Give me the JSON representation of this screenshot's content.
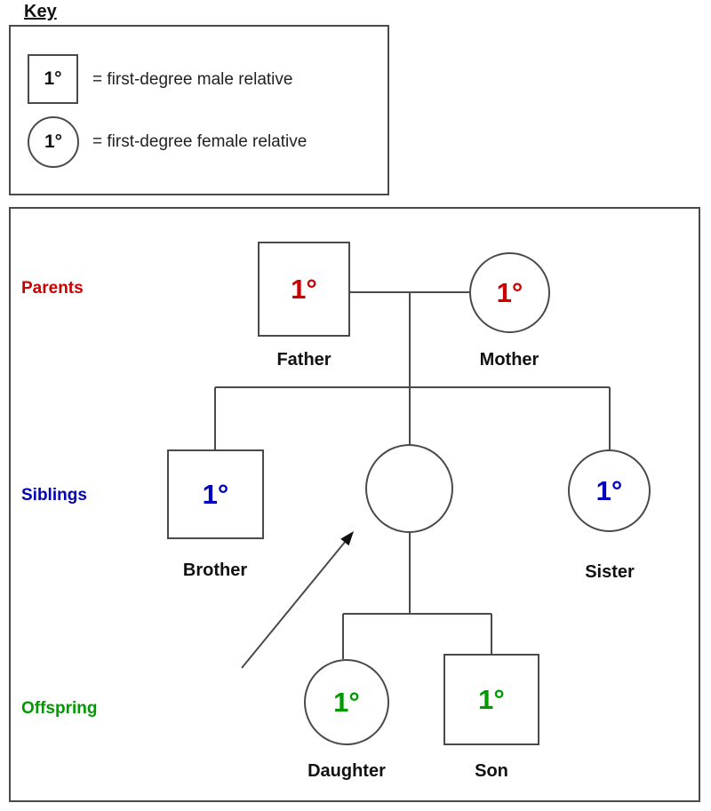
{
  "key": {
    "title": "Key",
    "male_symbol": "1°",
    "male_label": "= first-degree male relative",
    "female_symbol": "1°",
    "female_label": "= first-degree female relative"
  },
  "rows": {
    "parents": "Parents",
    "siblings": "Siblings",
    "offspring": "Offspring"
  },
  "nodes": {
    "father": {
      "label": "Father",
      "symbol": "1°"
    },
    "mother": {
      "label": "Mother",
      "symbol": "1°"
    },
    "brother": {
      "label": "Brother",
      "symbol": "1°"
    },
    "proband": {
      "label": "",
      "symbol": ""
    },
    "sister": {
      "label": "Sister",
      "symbol": "1°"
    },
    "daughter": {
      "label": "Daughter",
      "symbol": "1°"
    },
    "son": {
      "label": "Son",
      "symbol": "1°"
    }
  },
  "colors": {
    "parents_accent": "#cc0000",
    "siblings_accent": "#0000bb",
    "offspring_accent": "#009900",
    "line": "#4a4a4a"
  }
}
